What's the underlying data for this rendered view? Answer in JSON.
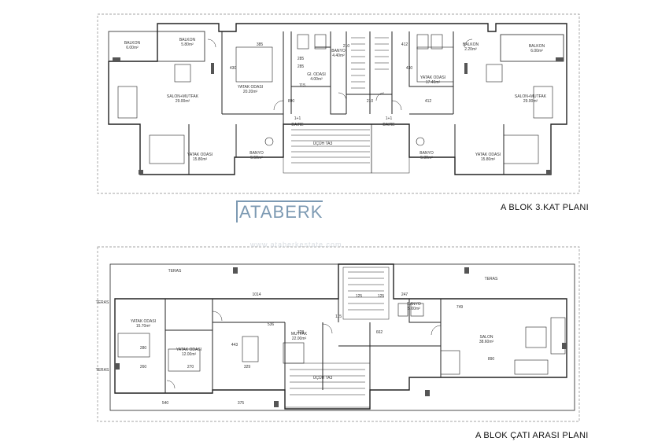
{
  "plans": [
    {
      "title": "A BLOK 3.KAT PLANI",
      "rooms": [
        {
          "name": "BALKON",
          "area": "6.00m²"
        },
        {
          "name": "BALKON",
          "area": "5.80m²"
        },
        {
          "name": "SALON+MUTFAK",
          "area": "29.00m²"
        },
        {
          "name": "YATAK ODASI",
          "area": "20.20m²"
        },
        {
          "name": "GI. ODASI",
          "area": "4.00m²"
        },
        {
          "name": "BANYO",
          "area": "4.40m²"
        },
        {
          "name": "YATAK ODASI",
          "area": "15.80m²"
        },
        {
          "name": "BANYO",
          "area": "5.50m²"
        },
        {
          "name": "BALKON",
          "area": "2.20m²"
        },
        {
          "name": "YATAK ODASI",
          "area": "17.40m²"
        },
        {
          "name": "BALKON",
          "area": "6.00m²"
        },
        {
          "name": "SALON+MUTFAK",
          "area": "29.00m²"
        },
        {
          "name": "BANYO",
          "area": "5.30m²"
        },
        {
          "name": "YATAK ODASI",
          "area": "15.80m²"
        }
      ],
      "units": [
        "1+1",
        "DAIRE",
        "1+1",
        "DAIRE"
      ],
      "stair": "ÜÇÜH TA3",
      "dims": [
        "385",
        "285",
        "210",
        "412",
        "890",
        "115",
        "210",
        "412",
        "285",
        "430",
        "430"
      ]
    },
    {
      "title": "A BLOK ÇATI ARASI PLANI",
      "rooms": [
        {
          "name": "TERAS",
          "area": ""
        },
        {
          "name": "TERAS",
          "area": ""
        },
        {
          "name": "TERAS",
          "area": ""
        },
        {
          "name": "TERAS",
          "area": ""
        },
        {
          "name": "YATAK ODASI",
          "area": "15.70m²"
        },
        {
          "name": "YATAK ODASI",
          "area": "12.00m²"
        },
        {
          "name": "MUTFAK",
          "area": "22.00m²"
        },
        {
          "name": "BANYO",
          "area": "5.00m²"
        },
        {
          "name": "SALON",
          "area": "38.60m²"
        }
      ],
      "stair": "ÜÇÜH TA3",
      "dims": [
        "1014",
        "536",
        "247",
        "749",
        "662",
        "443",
        "329",
        "328",
        "280",
        "260",
        "270",
        "540",
        "375",
        "890",
        "115",
        "125",
        "125"
      ]
    }
  ],
  "brand": {
    "name": "ATABERK",
    "watermark": "www.ataberkestate.com"
  },
  "colors": {
    "line": "#222222",
    "brand": "#7d9ab3",
    "dash": "#888888"
  }
}
